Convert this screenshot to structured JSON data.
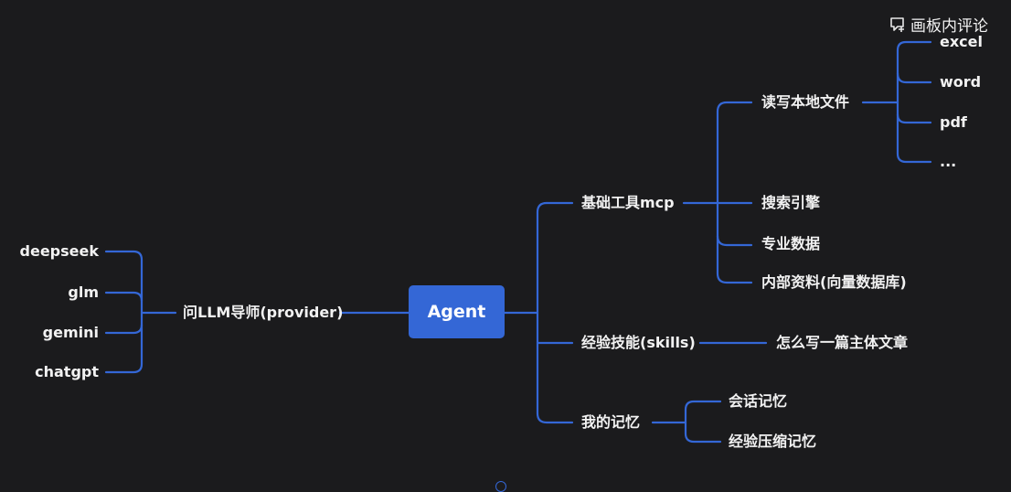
{
  "colors": {
    "background": "#1b1b1d",
    "connector": "#3467d6",
    "root_fill": "#3467d6",
    "text": "#f2f2f2"
  },
  "toolbar": {
    "comment_label": "画板内评论",
    "comment_icon": "comment-add-icon"
  },
  "root": {
    "label": "Agent"
  },
  "left_branch": {
    "label": "问LLM导师(provider)",
    "children": [
      "deepseek",
      "glm",
      "gemini",
      "chatgpt"
    ]
  },
  "right_branches": {
    "tools": {
      "label": "基础工具mcp",
      "local_files": {
        "label": "读写本地文件",
        "children": [
          "excel",
          "word",
          "pdf",
          "..."
        ]
      },
      "search": "搜索引擎",
      "professional": "专业数据",
      "internal": "内部资料(向量数据库)"
    },
    "skills": {
      "label": "经验技能(skills)",
      "child": "怎么写一篇主体文章"
    },
    "memory": {
      "label": "我的记忆",
      "children": [
        "会话记忆",
        "经验压缩记忆"
      ]
    }
  }
}
